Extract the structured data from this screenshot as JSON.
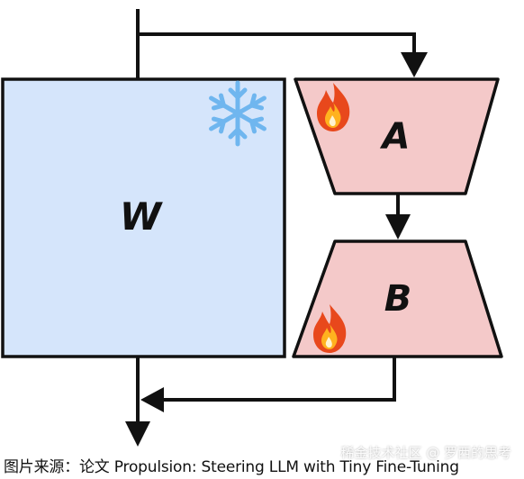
{
  "diagram": {
    "frozen_weight_label": "W",
    "adapter_a_label": "A",
    "adapter_b_label": "B",
    "colors": {
      "frozen_fill": "#d5e5fb",
      "adapter_fill": "#f4c9c9",
      "stroke": "#111111",
      "snowflake": "#6fb6ef",
      "flame_outer": "#e8481c",
      "flame_inner": "#ffb21f"
    },
    "icons": [
      "snowflake-icon",
      "flame-icon",
      "flame-icon"
    ]
  },
  "caption": "图片来源：论文 Propulsion: Steering LLM with Tiny Fine-Tuning",
  "watermark": "稀金技术社区 @ 罗西的思考"
}
